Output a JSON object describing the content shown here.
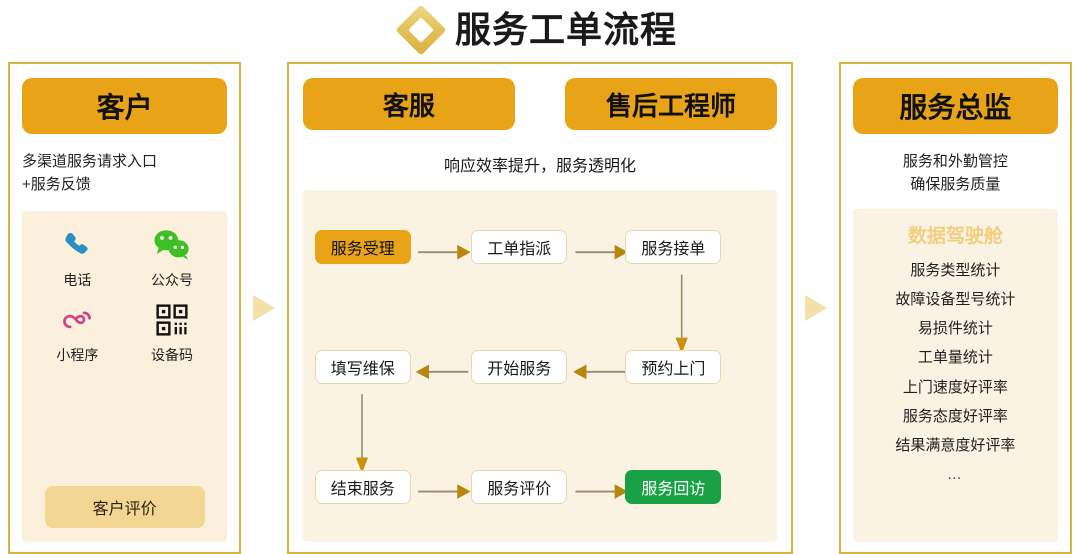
{
  "title": {
    "text": "服务工单流程",
    "icon": "diamond-icon"
  },
  "colors": {
    "accent_orange": "#e8a317",
    "border_gold": "#d9b441",
    "panel_cream": "#faf3e3",
    "card_cream": "#faf0dc",
    "green": "#18a145",
    "cockpit_gold": "#f0cf81",
    "arrow_gold": "#b8860b",
    "connector": "#9a8a6a"
  },
  "customer_panel": {
    "header": "客户",
    "description": "多渠道服务请求入口\n+服务反馈",
    "channels": [
      {
        "icon": "phone-icon",
        "label": "电话"
      },
      {
        "icon": "wechat-icon",
        "label": "公众号"
      },
      {
        "icon": "miniprogram-icon",
        "label": "小程序"
      },
      {
        "icon": "qrcode-icon",
        "label": "设备码"
      }
    ],
    "evaluation_button": "客户评价"
  },
  "service_panel": {
    "headers": [
      "客服",
      "售后工程师"
    ],
    "subtitle": "响应效率提升，服务透明化",
    "flow_nodes": [
      {
        "id": "n1",
        "label": "服务受理",
        "style": "accent"
      },
      {
        "id": "n2",
        "label": "工单指派",
        "style": "plain"
      },
      {
        "id": "n3",
        "label": "服务接单",
        "style": "plain"
      },
      {
        "id": "n4",
        "label": "填写维保",
        "style": "plain"
      },
      {
        "id": "n5",
        "label": "开始服务",
        "style": "plain"
      },
      {
        "id": "n6",
        "label": "预约上门",
        "style": "plain"
      },
      {
        "id": "n7",
        "label": "结束服务",
        "style": "plain"
      },
      {
        "id": "n8",
        "label": "服务评价",
        "style": "plain"
      },
      {
        "id": "n9",
        "label": "服务回访",
        "style": "green"
      }
    ],
    "flow_edges": [
      {
        "from": "n1",
        "to": "n2",
        "direction": "right"
      },
      {
        "from": "n2",
        "to": "n3",
        "direction": "right"
      },
      {
        "from": "n3",
        "to": "n6",
        "direction": "down"
      },
      {
        "from": "n6",
        "to": "n5",
        "direction": "left"
      },
      {
        "from": "n5",
        "to": "n4",
        "direction": "left"
      },
      {
        "from": "n4",
        "to": "n7",
        "direction": "down"
      },
      {
        "from": "n7",
        "to": "n8",
        "direction": "right"
      },
      {
        "from": "n8",
        "to": "n9",
        "direction": "right"
      }
    ]
  },
  "director_panel": {
    "header": "服务总监",
    "description": "服务和外勤管控\n确保服务质量",
    "cockpit_title": "数据驾驶舱",
    "kpis": [
      "服务类型统计",
      "故障设备型号统计",
      "易损件统计",
      "工单量统计",
      "上门速度好评率",
      "服务态度好评率",
      "结果满意度好评率",
      "…"
    ]
  },
  "stage_arrows": [
    "stage-arrow-1",
    "stage-arrow-2"
  ]
}
